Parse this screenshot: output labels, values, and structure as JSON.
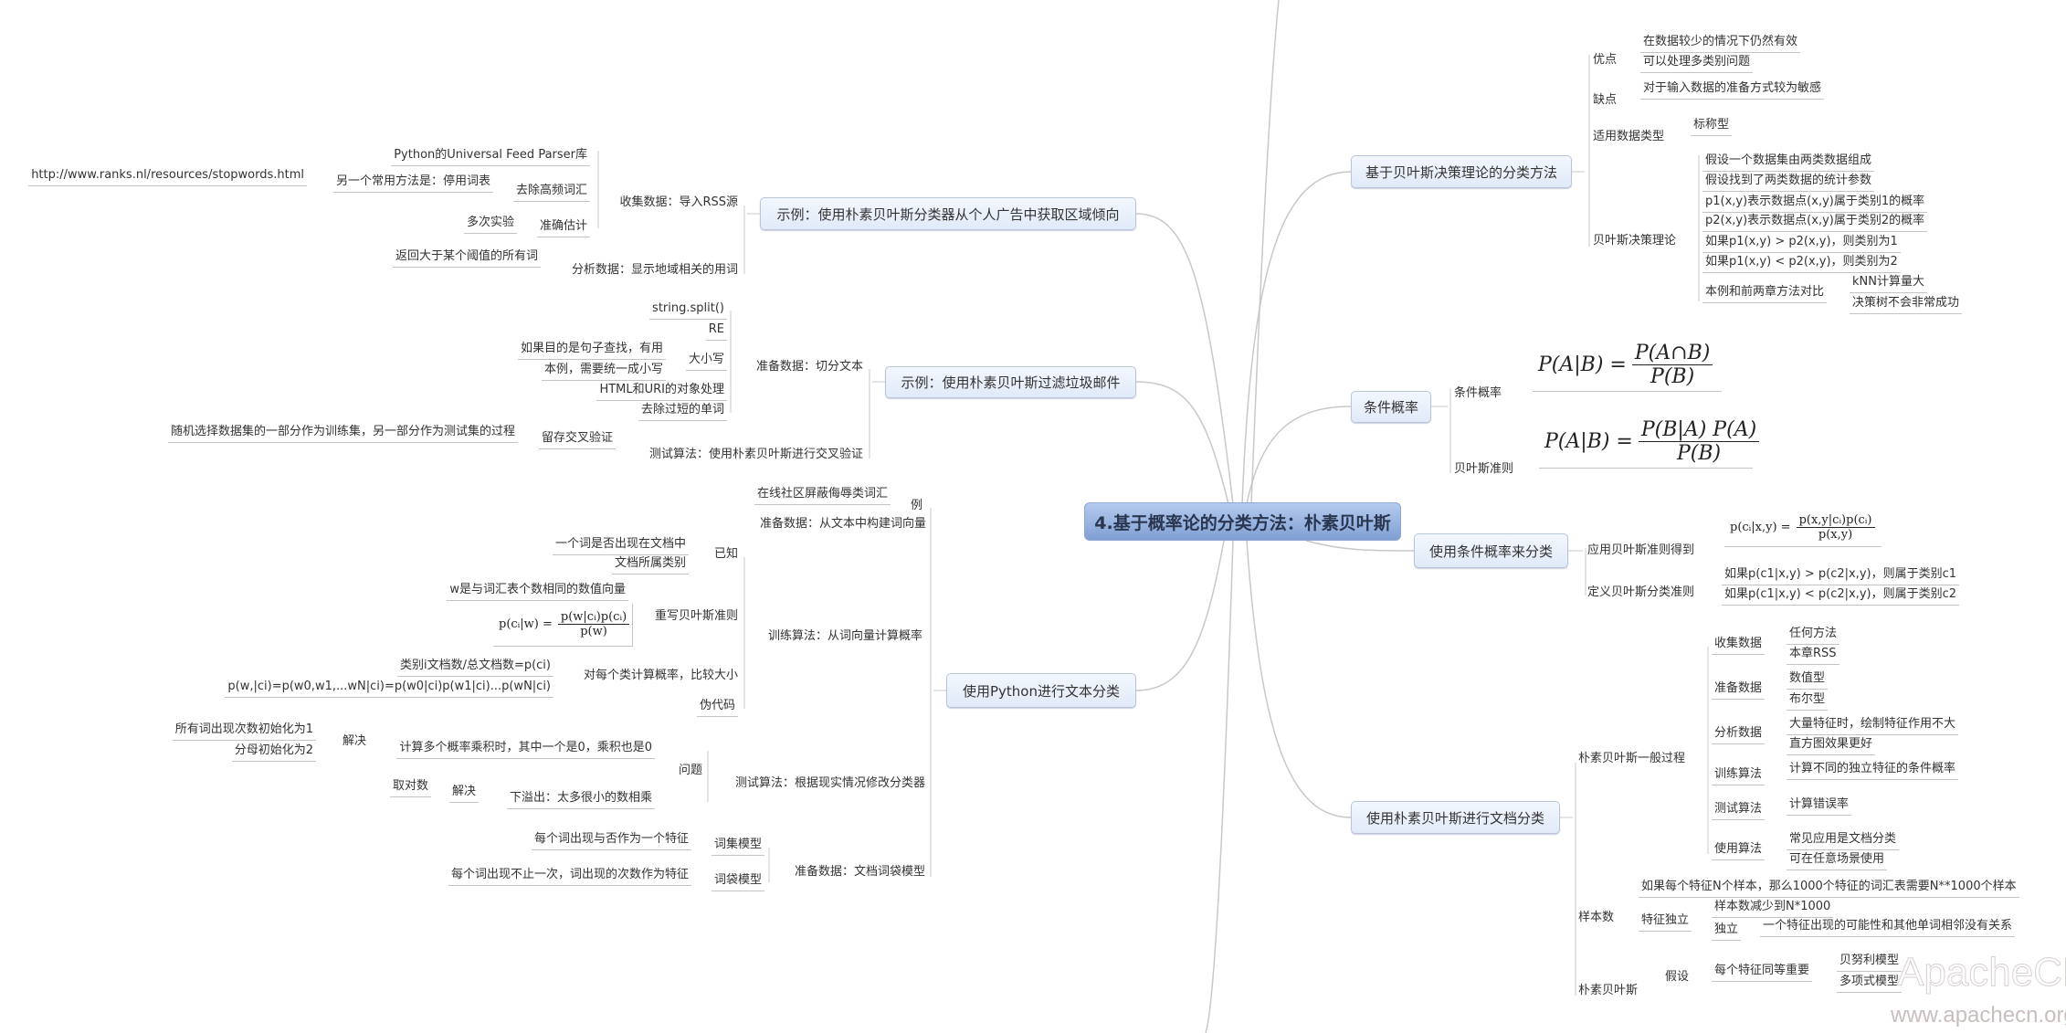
{
  "root": "4.基于概率论的分类方法：朴素贝叶斯",
  "bayes_decision": {
    "title": "基于贝叶斯决策理论的分类方法",
    "pros_label": "优点",
    "pros": [
      "在数据较少的情况下仍然有效",
      "可以处理多类别问题"
    ],
    "cons_label": "缺点",
    "cons": [
      "对于输入数据的准备方式较为敏感"
    ],
    "types_label": "适用数据类型",
    "types": [
      "标称型"
    ],
    "theory_label": "贝叶斯决策理论",
    "theory": [
      "假设一个数据集由两类数据组成",
      "假设找到了两类数据的统计参数",
      "p1(x,y)表示数据点(x,y)属于类别1的概率",
      "p2(x,y)表示数据点(x,y)属于类别2的概率",
      "如果p1(x,y) > p2(x,y)，则类别为1",
      "如果p1(x,y) < p2(x,y)，则类别为2"
    ],
    "compare_label": "本例和前两章方法对比",
    "compare": [
      "kNN计算量大",
      "决策树不会非常成功"
    ]
  },
  "cond_prob": {
    "title": "条件概率",
    "def_label": "条件概率",
    "def_formula": {
      "lhs": "P(A|B) =",
      "num": "P(A∩B)",
      "den": "P(B)"
    },
    "bayes_label": "贝叶斯准则",
    "bayes_formula": {
      "lhs": "P(A|B) =",
      "num": "P(B|A) P(A)",
      "den": "P(B)"
    }
  },
  "classify_cond": {
    "title": "使用条件概率来分类",
    "apply_label": "应用贝叶斯准则得到",
    "apply_formula": {
      "lhs": "p(cᵢ|x,y) =",
      "num": "p(x,y|cᵢ)p(cᵢ)",
      "den": "p(x,y)"
    },
    "rule_label": "定义贝叶斯分类准则",
    "rules": [
      "如果p(c1|x,y) > p(c2|x,y)，则属于类别c1",
      "如果p(c1|x,y) < p(c2|x,y)，则属于类别c2"
    ]
  },
  "doc_class": {
    "title": "使用朴素贝叶斯进行文档分类",
    "process_label": "朴素贝叶斯一般过程",
    "steps": [
      {
        "label": "收集数据",
        "items": [
          "任何方法",
          "本章RSS"
        ]
      },
      {
        "label": "准备数据",
        "items": [
          "数值型",
          "布尔型"
        ]
      },
      {
        "label": "分析数据",
        "items": [
          "大量特征时，绘制特征作用不大",
          "直方图效果更好"
        ]
      },
      {
        "label": "训练算法",
        "items": [
          "计算不同的独立特征的条件概率"
        ]
      },
      {
        "label": "测试算法",
        "items": [
          "计算错误率"
        ]
      },
      {
        "label": "使用算法",
        "items": [
          "常见应用是文档分类",
          "可在任意场景使用"
        ]
      }
    ],
    "samples_label": "样本数",
    "samples_note": "如果每个特征N个样本，那么1000个特征的词汇表需要N**1000个样本",
    "indep_label": "特征独立",
    "indep_reduce": "样本数减少到N*1000",
    "indep_sub_label": "独立",
    "indep_sub_note": "一个特征出现的可能性和其他单词相邻没有关系",
    "nb_label": "朴素贝叶斯",
    "assume_label": "假设",
    "assume_item": "每个特征同等重要",
    "models": [
      "贝努利模型",
      "多项式模型"
    ]
  },
  "ads_example": {
    "title": "示例：使用朴素贝叶斯分类器从个人广告中获取区域倾向",
    "collect_label": "收集数据：导入RSS源",
    "parser": "Python的Universal Feed Parser库",
    "remove_freq": "去除高频词汇",
    "stopwords_alt": "另一个常用方法是：停用词表",
    "stopwords_url": "http://www.ranks.nl/resources/stopwords.html",
    "accurate": "准确估计",
    "multi_exp": "多次实验",
    "analyze_label": "分析数据：显示地域相关的用词",
    "analyze_item": "返回大于某个阈值的所有词"
  },
  "spam_example": {
    "title": "示例：使用朴素贝叶斯过滤垃圾邮件",
    "prepare_label": "准备数据：切分文本",
    "split": "string.split()",
    "re": "RE",
    "case_label": "大小写",
    "case_items": [
      "如果目的是句子查找，有用",
      "本例，需要统一成小写"
    ],
    "html": "HTML和URI的对象处理",
    "short": "去除过短的单词",
    "test_label": "测试算法：使用朴素贝叶斯进行交叉验证",
    "holdout": "留存交叉验证",
    "holdout_note": "随机选择数据集的一部分作为训练集，另一部分作为测试集的过程"
  },
  "python_text": {
    "title": "使用Python进行文本分类",
    "example_label": "例",
    "example_item": "在线社区屏蔽侮辱类词汇",
    "prep_vec": "准备数据：从文本中构建词向量",
    "train_label": "训练算法：从词向量计算概率",
    "known_label": "已知",
    "known_items": [
      "一个词是否出现在文档中",
      "文档所属类别"
    ],
    "rewrite_label": "重写贝叶斯准则",
    "w_note": "w是与词汇表个数相同的数值向量",
    "rewrite_formula": {
      "lhs": "p(cᵢ|w) =",
      "num": "p(w|cᵢ)p(cᵢ)",
      "den": "p(w)"
    },
    "each_class": "对每个类计算概率，比较大小",
    "each_items": [
      "类别i文档数/总文档数=p(ci)",
      "p(w,|ci)=p(w0,w1,...wN|ci)=p(w0|ci)p(w1|ci)...p(wN|ci)"
    ],
    "pseudo": "伪代码",
    "test_label": "测试算法：根据现实情况修改分类器",
    "problem_label": "问题",
    "zero_problem": "计算多个概率乘积时，其中一个是0，乘积也是0",
    "solve1": "解决",
    "solve1_items": [
      "所有词出现次数初始化为1",
      "分母初始化为2"
    ],
    "underflow": "下溢出：太多很小的数相乘",
    "solve2": "解决",
    "log": "取对数",
    "bag_label": "准备数据：文档词袋模型",
    "set_model": "词集模型",
    "set_note": "每个词出现与否作为一个特征",
    "bag_model": "词袋模型",
    "bag_note": "每个词出现不止一次，词出现的次数作为特征"
  },
  "watermark": {
    "brand": "ApacheCN",
    "url": "www.apachecn.org"
  }
}
